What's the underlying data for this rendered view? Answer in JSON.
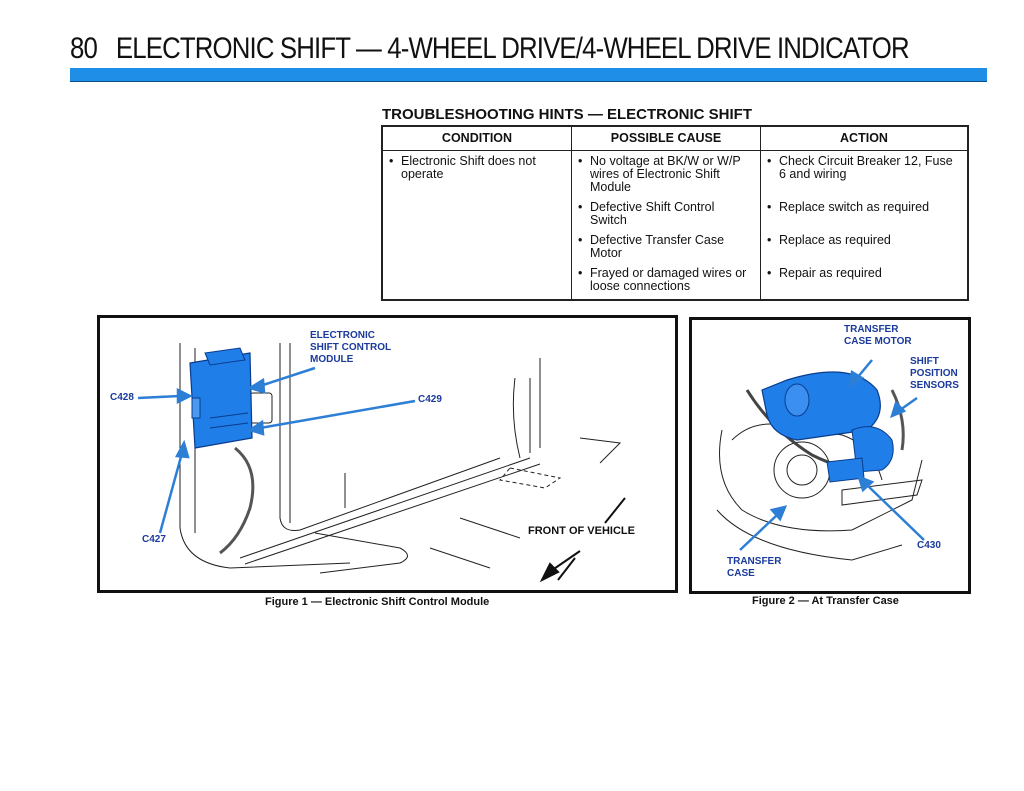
{
  "header": {
    "page_number": "80",
    "title": "ELECTRONIC SHIFT — 4-WHEEL DRIVE/4-WHEEL DRIVE INDICATOR",
    "accent_color": "#1f8ee6"
  },
  "troubleshooting": {
    "title": "TROUBLESHOOTING HINTS — ELECTRONIC SHIFT",
    "columns": [
      "CONDITION",
      "POSSIBLE CAUSE",
      "ACTION"
    ],
    "condition": "Electronic Shift does not operate",
    "rows": [
      {
        "cause": "No voltage at BK/W or W/P wires of Electronic Shift Module",
        "action": "Check Circuit Breaker 12, Fuse 6 and wiring"
      },
      {
        "cause": "Defective Shift Control Switch",
        "action": "Replace switch as required"
      },
      {
        "cause": "Defective Transfer Case Motor",
        "action": "Replace as required"
      },
      {
        "cause": "Frayed or damaged wires or loose connections",
        "action": "Repair as required"
      }
    ]
  },
  "figure1": {
    "caption": "Figure 1 — Electronic Shift Control Module",
    "labels": {
      "module_line1": "ELECTRONIC",
      "module_line2": "SHIFT CONTROL",
      "module_line3": "MODULE",
      "c428": "C428",
      "c429": "C429",
      "c427": "C427",
      "front": "FRONT OF VEHICLE"
    }
  },
  "figure2": {
    "caption": "Figure 2 — At Transfer Case",
    "labels": {
      "motor_line1": "TRANSFER",
      "motor_line2": "CASE MOTOR",
      "sensors_line1": "SHIFT",
      "sensors_line2": "POSITION",
      "sensors_line3": "SENSORS",
      "case_line1": "TRANSFER",
      "case_line2": "CASE",
      "c430": "C430"
    }
  },
  "colors": {
    "label_blue": "#1a3a9c",
    "component_blue": "#1f7ee8",
    "arrow_blue": "#2d7fd6"
  }
}
